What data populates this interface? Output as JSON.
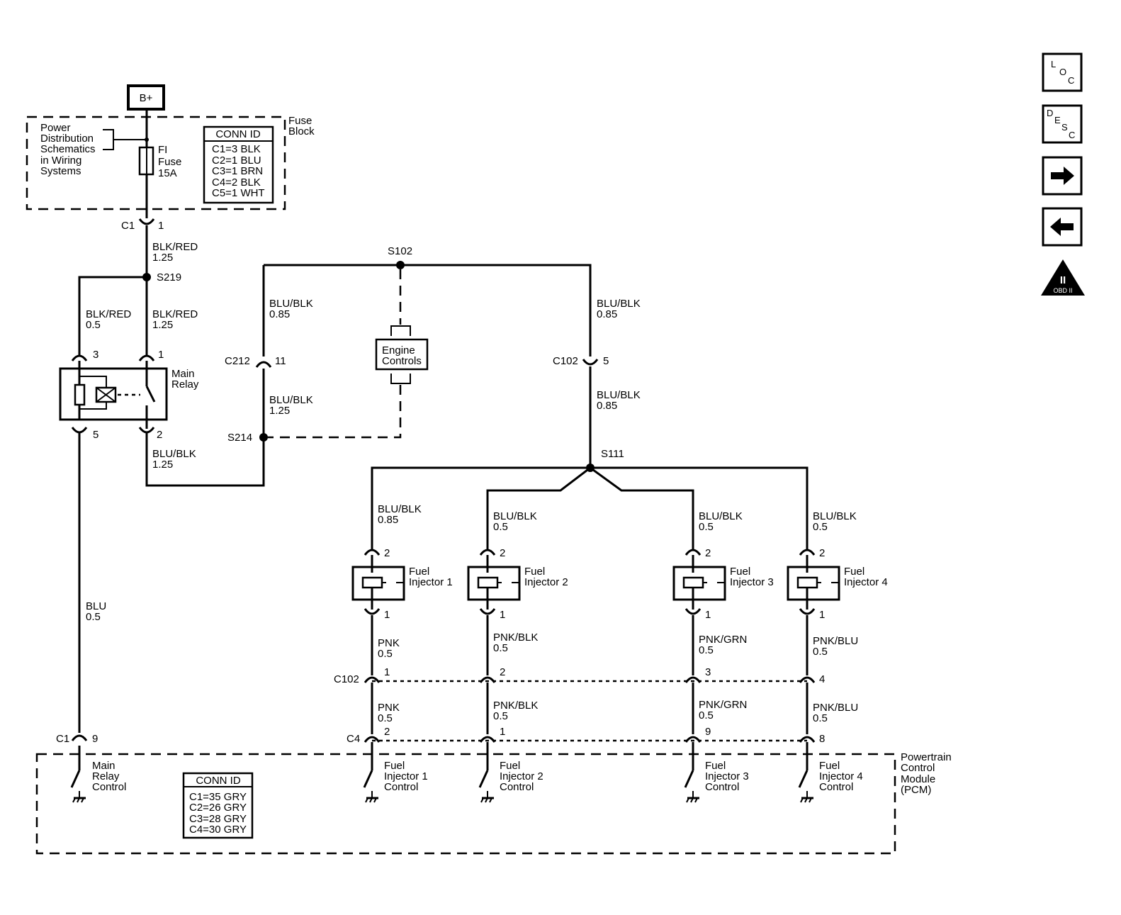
{
  "power": {
    "bplus": "B+",
    "fuse_block": [
      "Fuse",
      "Block"
    ],
    "power_dist": [
      "Power",
      "Distribution",
      "Schematics",
      "in Wiring",
      "Systems"
    ],
    "fuse": [
      "FI",
      "Fuse",
      "15A"
    ],
    "conn_title": "CONN ID",
    "conn_list": [
      "C1=3 BLK",
      "C2=1 BLU",
      "C3=1 BRN",
      "C4=2 BLK",
      "C5=1 WHT"
    ]
  },
  "connectors": {
    "c1_top": "C1",
    "c1_top_pin": "1",
    "c212": "C212",
    "c212_pin": "11",
    "c102_top": "C102",
    "c102_top_pin": "5",
    "c102_mid": "C102",
    "c4": "C4",
    "c1_bottom": "C1",
    "c1_bottom_pin": "9"
  },
  "splices": {
    "s102": "S102",
    "s219": "S219",
    "s214": "S214",
    "s111": "S111"
  },
  "wires": {
    "w1": [
      "BLK/RED",
      "1.25"
    ],
    "w2": [
      "BLK/RED",
      "0.5"
    ],
    "w3": [
      "BLK/RED",
      "1.25"
    ],
    "w4": [
      "BLU/BLK",
      "1.25"
    ],
    "w5": [
      "BLU/BLK",
      "0.85"
    ],
    "w6": [
      "BLU/BLK",
      "1.25"
    ],
    "w7": [
      "BLU/BLK",
      "0.85"
    ],
    "w8": [
      "BLU/BLK",
      "0.85"
    ],
    "w9": [
      "BLU",
      "0.5"
    ]
  },
  "relay": {
    "label": [
      "Main",
      "Relay"
    ],
    "pin3": "3",
    "pin1": "1",
    "pin5": "5",
    "pin2": "2"
  },
  "engine_controls": [
    "Engine",
    "Controls"
  ],
  "injectors": [
    {
      "label": [
        "Fuel",
        "Injector 1"
      ],
      "feed": [
        "BLU/BLK",
        "0.85"
      ],
      "pin_top": "2",
      "pin_bot": "1",
      "ctrl": [
        "PNK",
        "0.5"
      ],
      "ctrl2": [
        "PNK",
        "0.5"
      ],
      "c102_pin": "1",
      "c4_pin": "2",
      "pcm": [
        "Fuel",
        "Injector 1",
        "Control"
      ]
    },
    {
      "label": [
        "Fuel",
        "Injector 2"
      ],
      "feed": [
        "BLU/BLK",
        "0.5"
      ],
      "pin_top": "2",
      "pin_bot": "1",
      "ctrl": [
        "PNK/BLK",
        "0.5"
      ],
      "ctrl2": [
        "PNK/BLK",
        "0.5"
      ],
      "c102_pin": "2",
      "c4_pin": "1",
      "pcm": [
        "Fuel",
        "Injector 2",
        "Control"
      ]
    },
    {
      "label": [
        "Fuel",
        "Injector 3"
      ],
      "feed": [
        "BLU/BLK",
        "0.5"
      ],
      "pin_top": "2",
      "pin_bot": "1",
      "ctrl": [
        "PNK/GRN",
        "0.5"
      ],
      "ctrl2": [
        "PNK/GRN",
        "0.5"
      ],
      "c102_pin": "3",
      "c4_pin": "9",
      "pcm": [
        "Fuel",
        "Injector 3",
        "Control"
      ]
    },
    {
      "label": [
        "Fuel",
        "Injector 4"
      ],
      "feed": [
        "BLU/BLK",
        "0.5"
      ],
      "pin_top": "2",
      "pin_bot": "1",
      "ctrl": [
        "PNK/BLU",
        "0.5"
      ],
      "ctrl2": [
        "PNK/BLU",
        "0.5"
      ],
      "c102_pin": "4",
      "c4_pin": "8",
      "pcm": [
        "Fuel",
        "Injector 4",
        "Control"
      ]
    }
  ],
  "pcm": {
    "label": [
      "Powertrain",
      "Control",
      "Module",
      "(PCM)"
    ],
    "main_relay_ctrl": [
      "Main",
      "Relay",
      "Control"
    ],
    "conn_title": "CONN ID",
    "conn_list": [
      "C1=35 GRY",
      "C2=26 GRY",
      "C3=28 GRY",
      "C4=30 GRY"
    ]
  },
  "nav": {
    "loc": [
      "L",
      "O",
      "C"
    ],
    "desc": [
      "D",
      "E",
      "S",
      "C"
    ],
    "obd": [
      "II",
      "OBD II"
    ]
  }
}
